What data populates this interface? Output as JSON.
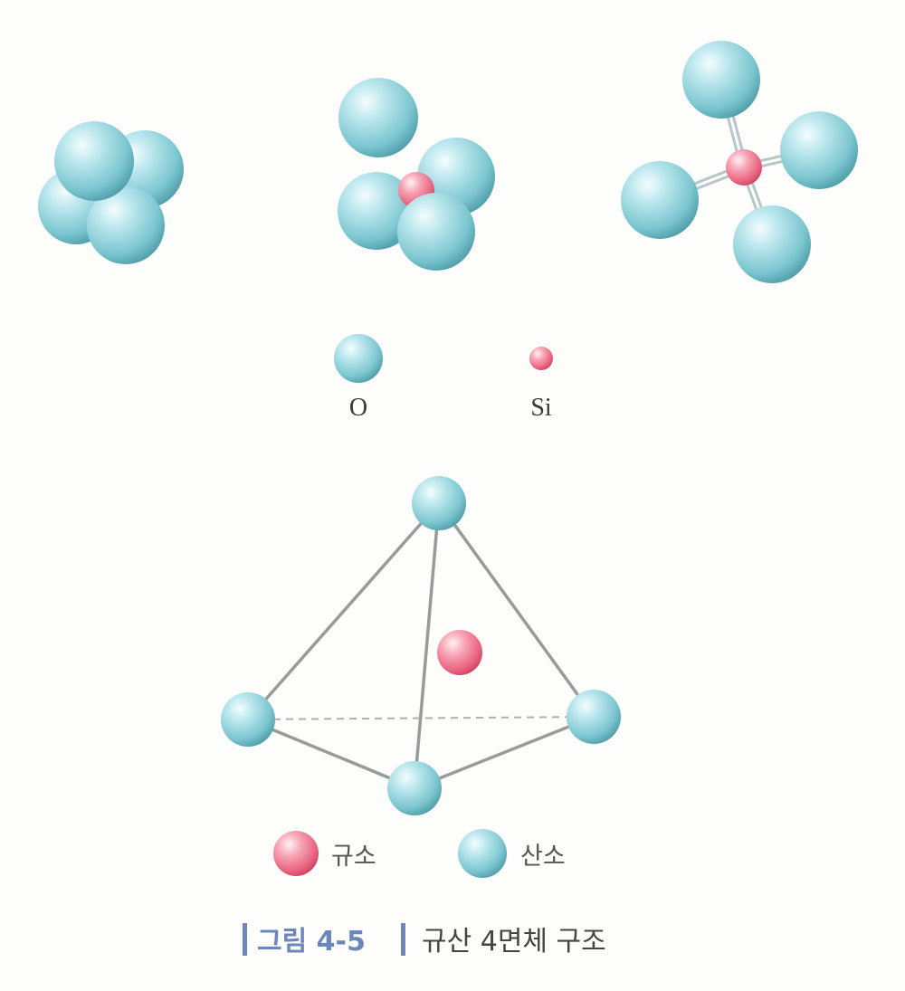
{
  "legend_top": {
    "oxygen_label": "O",
    "silicon_label": "Si"
  },
  "legend_bottom": {
    "silicon_label": "규소",
    "oxygen_label": "산소"
  },
  "caption": {
    "figure_number": "그림 4-5",
    "title": "규산 4면체 구조"
  },
  "colors": {
    "oxygen": "#8fd0d8",
    "silicon": "#f07a92",
    "caption_accent": "#6d88b8",
    "edge": "#9a9a9a"
  }
}
